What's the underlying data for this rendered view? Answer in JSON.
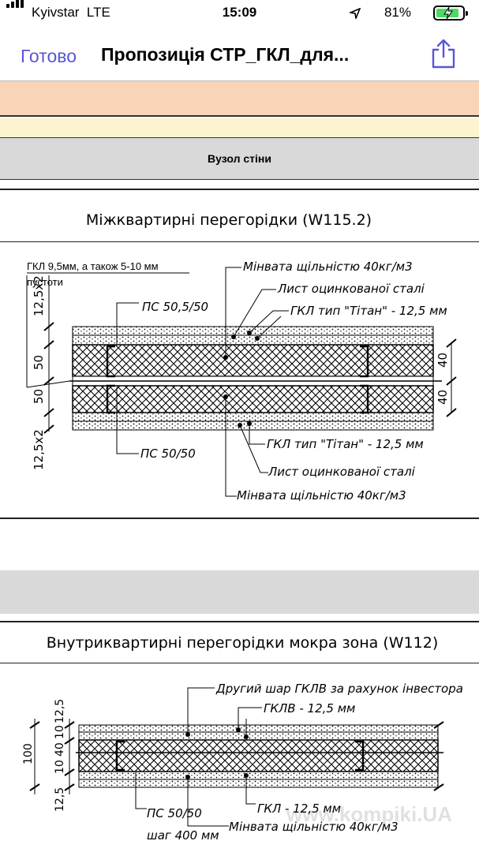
{
  "status_bar": {
    "carrier": "Kyivstar",
    "network": "LTE",
    "time": "15:09",
    "battery": "81%"
  },
  "nav": {
    "done_label": "Готово",
    "title": "Пропозиція СТР_ГКЛ_для..."
  },
  "document": {
    "section_header": "Вузол стіни",
    "drawing1": {
      "title": "Міжквартирні перегорідки (W115.2)",
      "left_note_1": "ГКЛ 9,5мм, а також 5-10 мм",
      "left_note_2": "пустоти",
      "label_ps_top": "ПС 50,5/50",
      "label_ps_bottom": "ПС 50/50",
      "label_minvata_top": "Мінвата щільністю 40кг/м3",
      "label_steel_top": "Лист оцинкованої сталі",
      "label_gkl_top": "ГКЛ тип \"Тітан\" - 12,5 мм",
      "label_gkl_bottom": "ГКЛ тип \"Тітан\" - 12,5 мм",
      "label_steel_bottom": "Лист оцинкованої сталі",
      "label_minvata_bottom": "Мінвата щільністю 40кг/м3",
      "dim_left": [
        "12,5x2",
        "50",
        "50",
        "12,5x2"
      ],
      "dim_right": [
        "40",
        "40"
      ]
    },
    "drawing2": {
      "title": "Внутриквартирні перегорідки мокра зона (W112)",
      "label_second_layer": "Другий шар ГКЛВ за рахунок інвестора",
      "label_gklv": "ГКЛВ - 12,5 мм",
      "label_gkl": "ГКЛ - 12,5 мм",
      "label_ps": "ПС 50/50",
      "label_step": "шаг 400 мм",
      "label_minvata": "Мінвата щільністю 40кг/м3",
      "dim_left_total": "100",
      "dim_left": [
        "12,5",
        "10",
        "40",
        "10",
        "12,5"
      ]
    },
    "watermark": "www.kompiki.UA"
  }
}
